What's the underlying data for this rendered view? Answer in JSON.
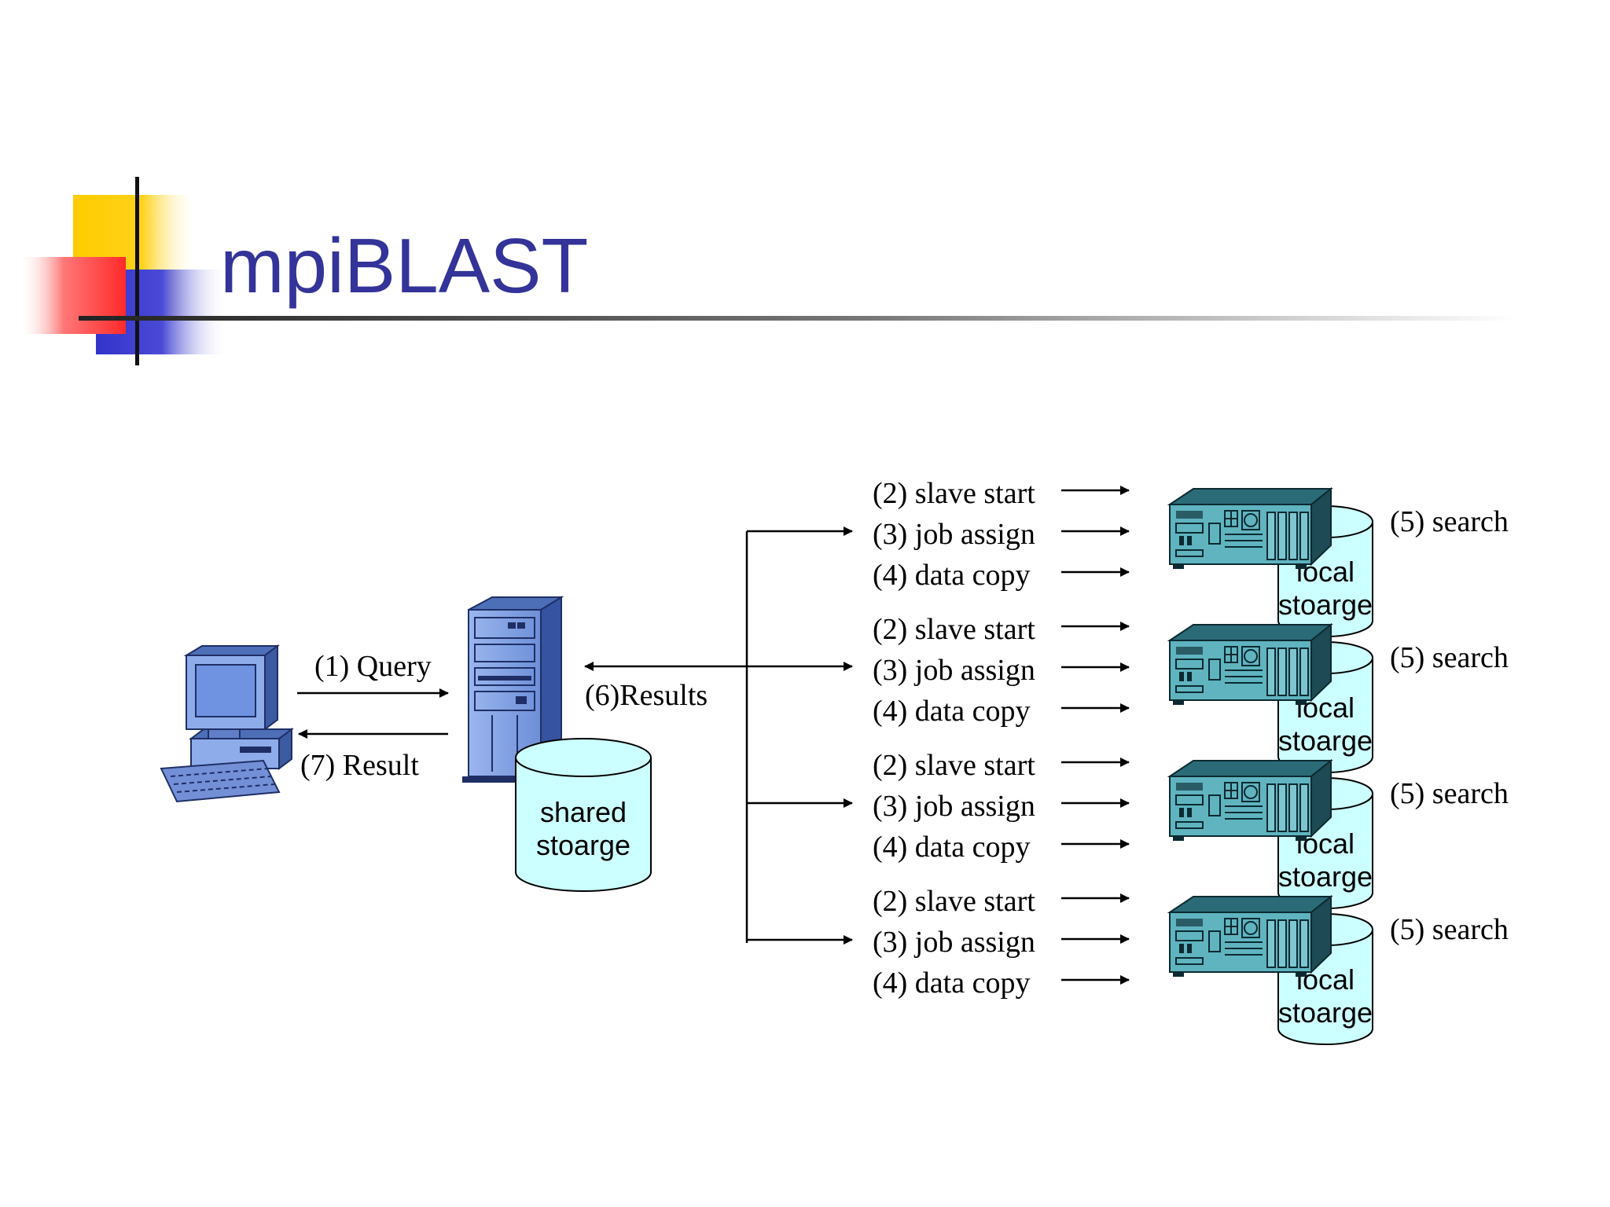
{
  "title": "mpiBLAST",
  "client": {
    "query_label": "(1) Query",
    "result_label": "(7) Result"
  },
  "master": {
    "results_label": "(6)Results",
    "storage_line1": "shared",
    "storage_line2": "stoarge"
  },
  "colors": {
    "title": "#333399",
    "deco_yellow": "#ffcc00",
    "deco_red": "#ff3333",
    "deco_blue": "#3333cc",
    "storage_fill": "#ccffff",
    "server_teal": "#4aa3b0"
  },
  "slaves": [
    {
      "step2": "(2) slave start",
      "step3": "(3) job assign",
      "step4": "(4) data copy",
      "search": "(5) search",
      "storage_line1": "local",
      "storage_line2": "stoarge"
    },
    {
      "step2": "(2) slave start",
      "step3": "(3) job assign",
      "step4": "(4) data copy",
      "search": "(5) search",
      "storage_line1": "local",
      "storage_line2": "stoarge"
    },
    {
      "step2": "(2) slave start",
      "step3": "(3) job assign",
      "step4": "(4) data copy",
      "search": "(5) search",
      "storage_line1": "local",
      "storage_line2": "stoarge"
    },
    {
      "step2": "(2) slave start",
      "step3": "(3) job assign",
      "step4": "(4) data copy",
      "search": "(5) search",
      "storage_line1": "local",
      "storage_line2": "stoarge"
    }
  ]
}
